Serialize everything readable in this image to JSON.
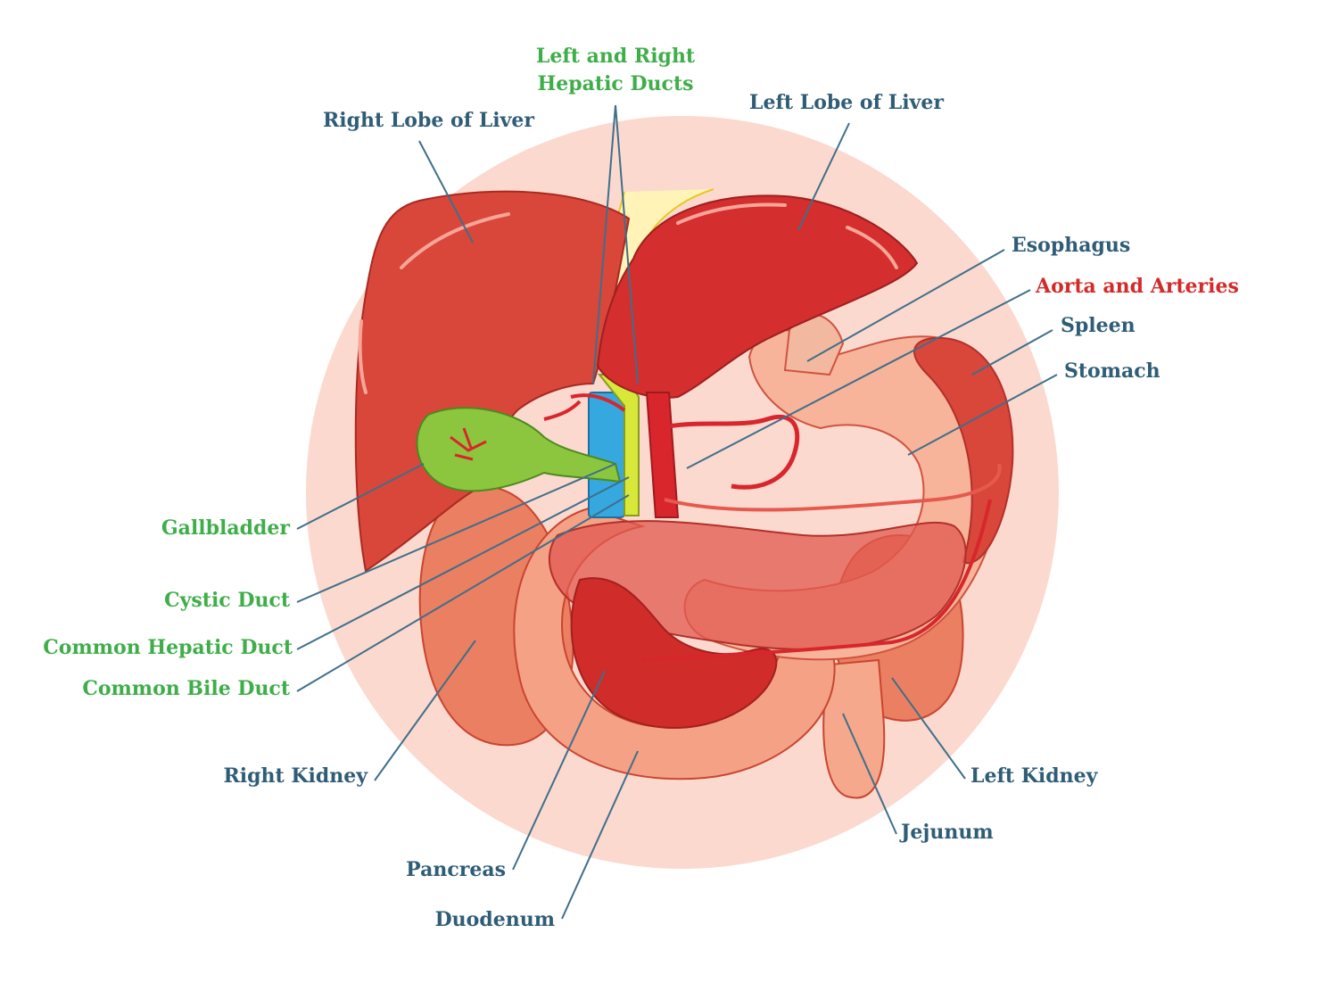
{
  "labels": {
    "hepatic_ducts_line1": "Left and Right",
    "hepatic_ducts_line2": "Hepatic Ducts",
    "right_lobe": "Right Lobe of Liver",
    "left_lobe": "Left Lobe of Liver",
    "esophagus": "Esophagus",
    "aorta": "Aorta and Arteries",
    "spleen": "Spleen",
    "stomach": "Stomach",
    "gallbladder": "Gallbladder",
    "cystic_duct": "Cystic Duct",
    "common_hepatic_duct": "Common Hepatic Duct",
    "common_bile_duct": "Common Bile Duct",
    "right_kidney": "Right Kidney",
    "left_kidney": "Left Kidney",
    "jejunum": "Jejunum",
    "pancreas": "Pancreas",
    "duodenum": "Duodenum"
  },
  "colors": {
    "label_blue": "#2f5d78",
    "label_green": "#3fae49",
    "label_red": "#d42a2a",
    "background_circle": "#fbd9cf",
    "liver": "#d9463a",
    "gallbladder": "#8cc63f",
    "portal_vein": "#35a8e0",
    "bile_duct": "#d8e83a",
    "artery": "#d8262c",
    "stomach": "#f7b49a",
    "kidney": "#eb7f62",
    "pancreas": "#e2584f"
  }
}
